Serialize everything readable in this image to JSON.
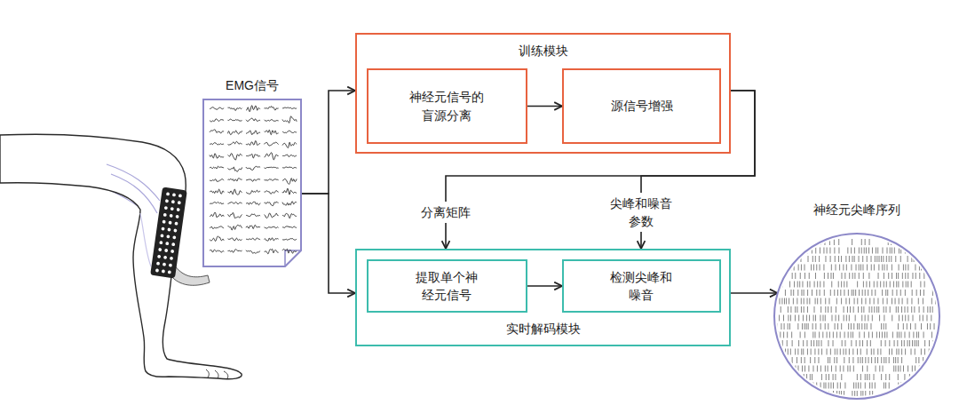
{
  "diagram": {
    "nodes": [
      {
        "text": [
          "EMG信号"
        ]
      },
      {
        "text": [
          "训练模块"
        ]
      },
      {
        "text": [
          "神经元信号的 盲源分离"
        ],
        "in": 1
      },
      {
        "text": [
          "源信号增强"
        ],
        "in": 1
      },
      {
        "text": [
          "实时解码模块"
        ]
      },
      {
        "text": [
          "提取单个神 经元信号"
        ],
        "in": 4
      },
      {
        "text": [
          "检测尖峰和 噪音"
        ],
        "in": 4
      },
      {
        "text": [
          "神经元尖峰序列"
        ]
      }
    ],
    "edges": [
      {
        "from": 0,
        "to": 1,
        "arrow": "to"
      },
      {
        "from": 0,
        "to": 4,
        "arrow": "to"
      },
      {
        "from": 2,
        "to": 3,
        "arrow": "to"
      },
      {
        "from": 5,
        "to": 6,
        "arrow": "to"
      },
      {
        "from": 1,
        "to": 4,
        "label": "分离矩阵",
        "arrow": "to"
      },
      {
        "from": 1,
        "to": 4,
        "label": "尖峰和噪音 参数",
        "arrow": "to"
      },
      {
        "from": 4,
        "to": 7,
        "arrow": "to"
      }
    ]
  }
}
